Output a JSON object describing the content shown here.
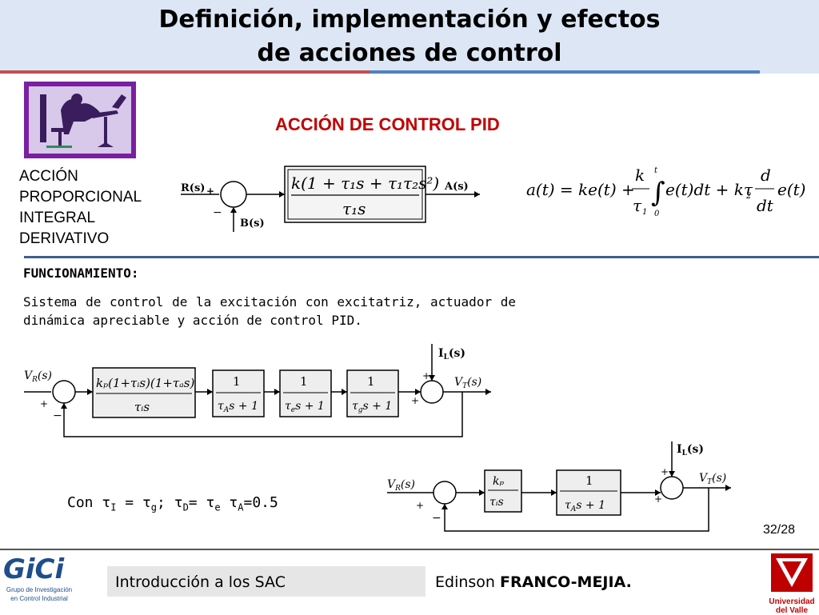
{
  "header": {
    "title_line1": "Definición, implementación y efectos",
    "title_line2": "de acciones de control"
  },
  "section": {
    "pid_title": "ACCIÓN DE CONTROL PID",
    "accion_lines": [
      "ACCIÓN",
      "PROPORCIONAL",
      "INTEGRAL",
      "DERIVATIVO"
    ]
  },
  "diagram1": {
    "input": "R(s)",
    "output": "A(s)",
    "feedback": "B(s)",
    "plus": "+",
    "minus": "−"
  },
  "formula": {
    "lhs": "a(t) = ke(t) +",
    "frac1_num": "k",
    "frac1_den": "τ",
    "frac1_den_sub": "1",
    "int_upper": "t",
    "int_lower": "0",
    "integrand": "e(t)dt + kτ",
    "tau2_sub": "2",
    "frac2_num": "d",
    "frac2_den": "dt",
    "tail": "e(t)"
  },
  "funcionamiento": {
    "title": "FUNCIONAMIENTO:",
    "text": "Sistema de control de la excitación con excitatriz, actuador de dinámica apreciable y acción de control PID."
  },
  "diagram2": {
    "vr_in": "V",
    "vr_in_sub": "R",
    "vr_in_arg": "(s)",
    "il": "I",
    "il_sub": "L",
    "il_arg": "(s)",
    "vt_out": "V",
    "vt_out_sub": "T",
    "vt_out_arg": "(s)",
    "b2_den": "τ",
    "b2_den_sub": "A",
    "b3_den_sub": "e",
    "b4_den_sub": "g",
    "one": "1",
    "s_plus_1": "s + 1"
  },
  "con_text": {
    "prefix": "Con ",
    "t": "τ",
    "i": "I",
    "g": "g",
    "d": "D",
    "e": "e",
    "a": "A",
    "eq": " = ",
    "semi": ";  ",
    "eqs": "= ",
    "val": "=0.5"
  },
  "footer": {
    "page": "32/28",
    "intro": "Introducción a los SAC",
    "author_first": "Edinson ",
    "author_last": "FRANCO-MEJIA.",
    "gici": "GiCi",
    "gici_sub1": "Grupo de Investigación",
    "gici_sub2": "en Control Industrial",
    "univ1": "Universidad",
    "univ2": "del Valle"
  },
  "colors": {
    "header_bg": "#dce6f4",
    "accent_red": "#c00000",
    "accent_blue": "#3d5f8f",
    "logo_purple": "#7a1fa2"
  }
}
